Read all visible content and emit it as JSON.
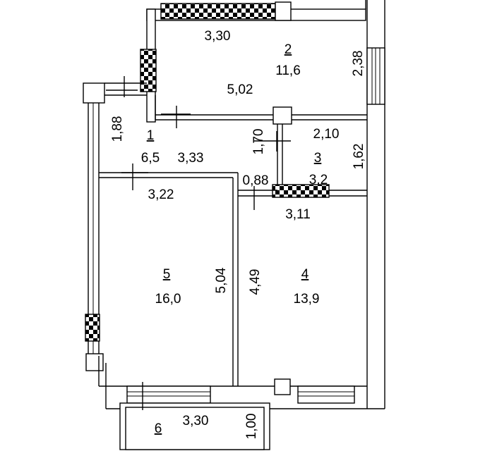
{
  "rooms": [
    {
      "number": "1",
      "area": "6,5"
    },
    {
      "number": "2",
      "area": "11,6"
    },
    {
      "number": "3",
      "area": "3,2"
    },
    {
      "number": "4",
      "area": "13,9"
    },
    {
      "number": "5",
      "area": "16,0"
    },
    {
      "number": "6",
      "area": ""
    }
  ],
  "dimensions": {
    "room2_width": "3,30",
    "room2_length": "5,02",
    "room2_height": "2,38",
    "room1_width": "1,88",
    "room1_length": "3,33",
    "room3_height": "1,70",
    "room3_width": "2,10",
    "room3_depth": "1,62",
    "door_088": "0,88",
    "room5_width": "3,22",
    "room4_width": "3,11",
    "room5_length": "5,04",
    "room4_length": "4,49",
    "balcony_width": "3,30",
    "balcony_depth": "1,00"
  }
}
